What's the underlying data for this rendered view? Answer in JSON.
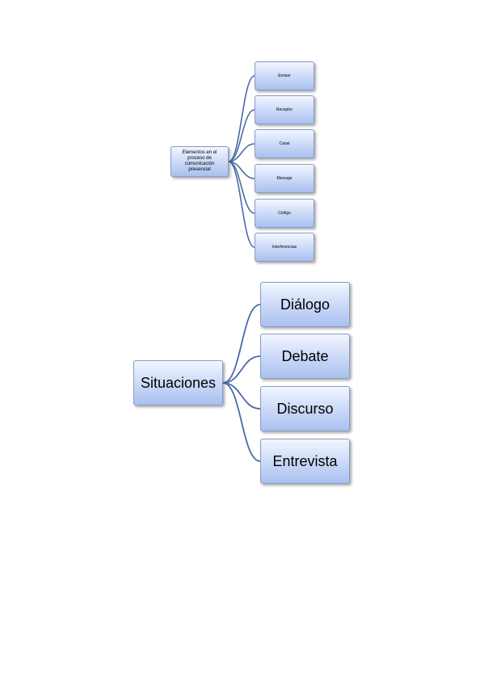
{
  "diagrams": [
    {
      "root": "Elementos en el proceso de comunicación presencial",
      "children": [
        "Emisor",
        "Receptor",
        "Canal",
        "Mensaje",
        "Código",
        "Interferencias"
      ]
    },
    {
      "root": "Situaciones",
      "children": [
        "Diálogo",
        "Debate",
        "Discurso",
        "Entrevista"
      ]
    }
  ],
  "colors": {
    "connector": "#4a6aa6",
    "node_border": "#8a9cc4"
  }
}
